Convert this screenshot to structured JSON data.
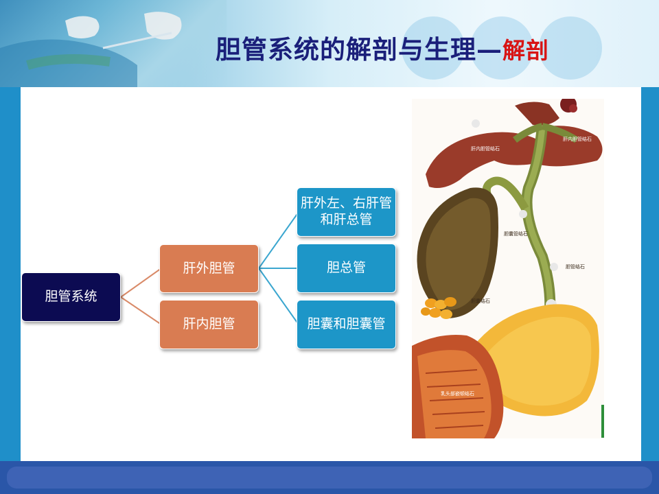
{
  "slide": {
    "title_main": "胆管系统的解剖与生理—",
    "title_accent": "解剖"
  },
  "diagram": {
    "root": "胆管系统",
    "level1": [
      "肝外胆管",
      "肝内胆管"
    ],
    "level2": [
      "肝外左、右肝管和肝总管",
      "胆总管",
      "胆囊和胆囊管"
    ]
  },
  "illustration": {
    "labels": {
      "intrahepatic_left": "肝内胆管结石",
      "intrahepatic_right": "肝内胆管结石",
      "cystic_duct": "胆囊管结石",
      "common_bile_duct": "胆管结石",
      "gallbladder": "胆囊结石",
      "ampulla": "乳头部嵌顿结石"
    }
  },
  "colors": {
    "frame": "#1f8fc9",
    "title": "#1a1f7a",
    "title_accent": "#d81515",
    "root_node": "#0c0b52",
    "orange_node": "#d97c52",
    "blue_node": "#1d96c8",
    "connector_orange": "#d98a68",
    "connector_blue": "#3aa6cf"
  }
}
